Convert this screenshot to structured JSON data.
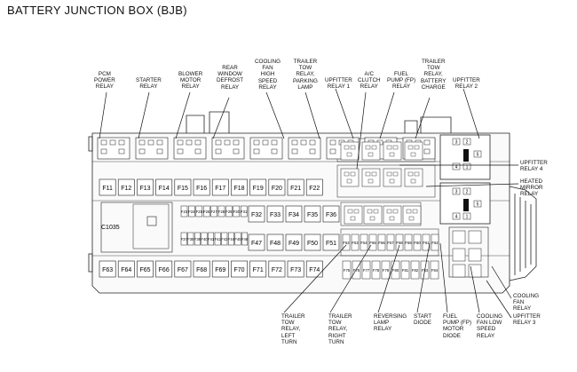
{
  "title": "BATTERY JUNCTION BOX (BJB)",
  "connector_label": "C1035",
  "top_labels": [
    "PCM\nPOWER\nRELAY",
    "STARTER\nRELAY",
    "BLOWER\nMOTOR\nRELAY",
    "REAR\nWINDOW\nDEFROST\nRELAY",
    "COOLING\nFAN\nHIGH\nSPEED\nRELAY",
    "TRAILER\nTOW\nRELAY,\nPARKING\nLAMP",
    "UPFITTER\nRELAY 1",
    "A/C\nCLUTCH\nRELAY",
    "FUEL\nPUMP (FP)\nRELAY",
    "TRAILER\nTOW\nRELAY,\nBATTERY\nCHARGE",
    "UPFITTER\nRELAY 2"
  ],
  "right_labels": [
    "UPFITTER\nRELAY 4",
    "HEATED\nMIRROR\nRELAY",
    "COOLING\nFAN\nRELAY",
    "UPFITTER\nRELAY 3"
  ],
  "bottom_labels": [
    "TRAILER\nTOW\nRELAY,\nLEFT\nTURN",
    "TRAILER\nTOW\nRELAY,\nRIGHT\nTURN",
    "REVERSING\nLAMP\nRELAY",
    "START\nDIODE",
    "FUEL\nPUMP (FP)\nMOTOR\nDIODE",
    "COOLING\nFAN LOW\nSPEED\nRELAY"
  ],
  "fuse_rows": [
    [
      "F11",
      "F12",
      "F13",
      "F14",
      "F15",
      "F16",
      "F17",
      "F18",
      "F19",
      "F20",
      "F21",
      "F22"
    ],
    [
      "F32",
      "F33",
      "F34",
      "F35",
      "F36"
    ],
    [
      "F47",
      "F48",
      "F49",
      "F50",
      "F51"
    ],
    [
      "F63",
      "F64",
      "F65",
      "F66",
      "F67",
      "F68",
      "F69",
      "F70",
      "F71",
      "F72",
      "F73",
      "F74"
    ]
  ],
  "mini_fuse_rows": [
    [
      "F23",
      "F24",
      "F25",
      "F26",
      "F27",
      "F28",
      "F29",
      "F30",
      "F31"
    ],
    [
      "F37",
      "F38",
      "F39",
      "F40",
      "F41",
      "F42",
      "F43",
      "F44",
      "F45",
      "F46"
    ],
    [
      "F52",
      "F53",
      "F54",
      "F55",
      "F56",
      "F57",
      "F58",
      "F59",
      "F60",
      "F61",
      "F62"
    ],
    [
      "F75",
      "F76",
      "F77",
      "F78",
      "F79",
      "F80",
      "F81",
      "F82",
      "F83",
      "F84"
    ]
  ],
  "relay_pins": [
    "2",
    "1",
    "5",
    "4",
    "3"
  ]
}
